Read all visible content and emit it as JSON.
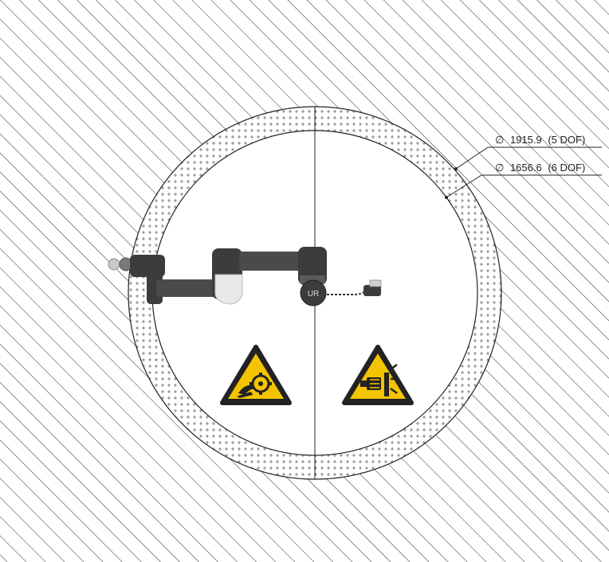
{
  "diagram": {
    "reach_5dof": {
      "symbol": "∅",
      "value": "1915.9",
      "note": "(5 DOF)"
    },
    "reach_6dof": {
      "symbol": "∅",
      "value": "1656.6",
      "note": "(6 DOF)"
    },
    "warnings": [
      {
        "icon": "crush-gear-hazard-icon"
      },
      {
        "icon": "crush-hand-hazard-icon"
      }
    ],
    "robot": {
      "base_badge": "UR"
    },
    "colors": {
      "hatch": "#2a2a2a",
      "warning_yellow": "#f4c400",
      "robot_dark": "#3c3c3c",
      "robot_light": "#e8e8e8"
    }
  }
}
